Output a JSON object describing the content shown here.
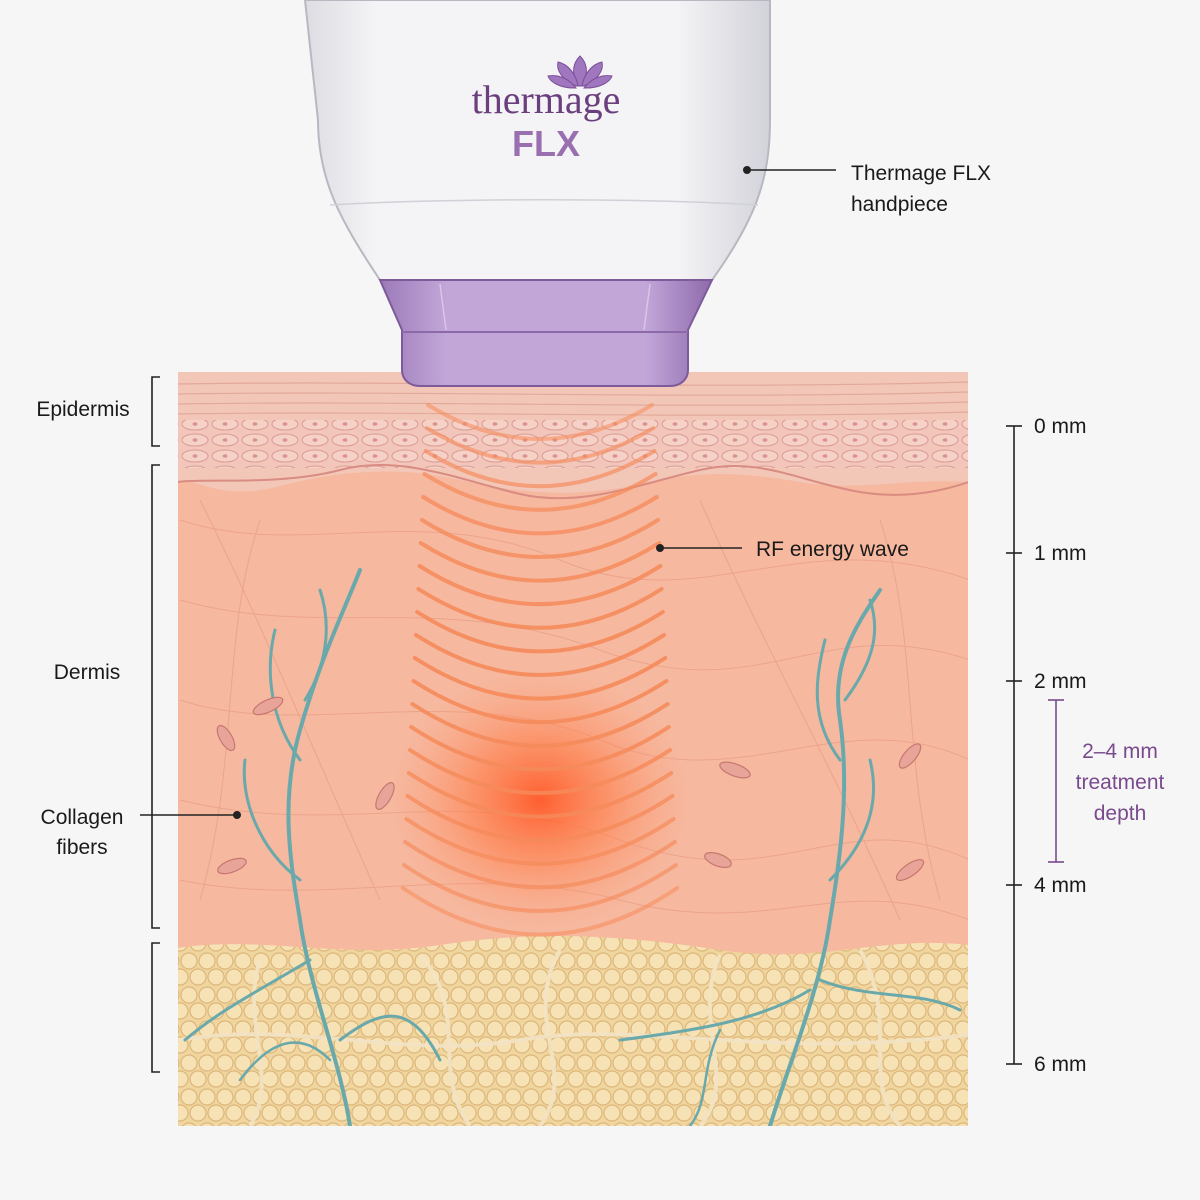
{
  "brand": {
    "name": "thermage",
    "model": "FLX"
  },
  "labels": {
    "handpiece_line1": "Thermage FLX",
    "handpiece_line2": "handpiece",
    "rf_wave": "RF energy wave",
    "epidermis": "Epidermis",
    "dermis": "Dermis",
    "collagen_line1": "Collagen",
    "collagen_line2": "fibers"
  },
  "depth_scale": {
    "ticks": [
      "0 mm",
      "1 mm",
      "2 mm",
      "4 mm",
      "6 mm"
    ],
    "treatment_range": [
      2,
      4
    ],
    "treatment_label": [
      "2–4 mm",
      "treatment",
      "depth"
    ]
  },
  "colors": {
    "handpiece_body": "#f2f2f4",
    "handpiece_tip": "#b89bd0",
    "epidermis": "#f2c2b4",
    "dermis": "#f6b79e",
    "fat": "#f0d49e",
    "vessels": "#6aa9ab",
    "rf_wave": "#f58a5a",
    "treatment_accent": "#7a4a8e"
  }
}
